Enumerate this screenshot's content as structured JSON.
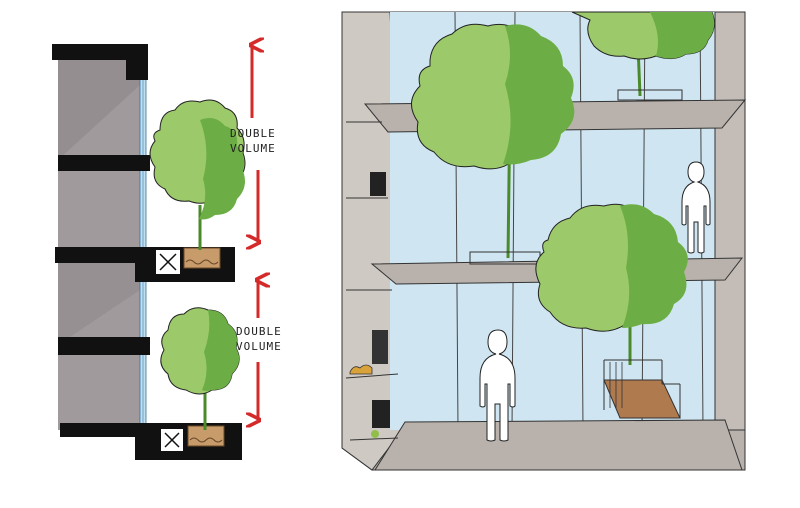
{
  "annotations": [
    {
      "line1": "DOUBLE",
      "line2": "VOLUME"
    },
    {
      "line1": "DOUBLE",
      "line2": "VOLUME"
    }
  ],
  "colors": {
    "slab_black": "#111111",
    "wall_grey": "#a09a9c",
    "wall_shadow": "#8b8587",
    "glass_blue": "#cfe6f2",
    "tree_light": "#9cc96a",
    "tree_dark": "#6cae45",
    "floor_slab": "#b9b2ac",
    "planter_brown": "#b07a4f",
    "arrow_red": "#d42a2a",
    "person_white": "#ffffff"
  }
}
